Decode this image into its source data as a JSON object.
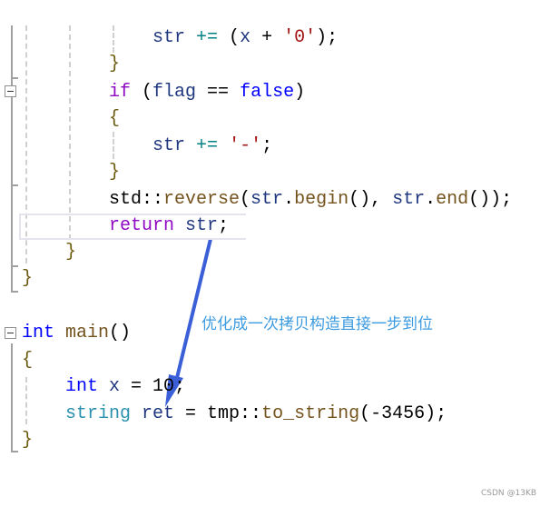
{
  "code_lines": [
    {
      "col": 14,
      "tokens": [
        [
          "var",
          "str"
        ],
        [
          "pl",
          " "
        ],
        [
          "op",
          "+="
        ],
        [
          "pl",
          " ("
        ],
        [
          "var",
          "x"
        ],
        [
          "pl",
          " + "
        ],
        [
          "str",
          "'0'"
        ],
        [
          "pl",
          ");"
        ]
      ]
    },
    {
      "col": 10,
      "tokens": [
        [
          "br",
          "}"
        ]
      ]
    },
    {
      "col": 10,
      "tokens": [
        [
          "kw",
          "if"
        ],
        [
          "pl",
          " ("
        ],
        [
          "var",
          "flag"
        ],
        [
          "pl",
          " == "
        ],
        [
          "ty",
          "false"
        ],
        [
          "pl",
          ")"
        ]
      ]
    },
    {
      "col": 10,
      "tokens": [
        [
          "br",
          "{"
        ]
      ]
    },
    {
      "col": 14,
      "tokens": [
        [
          "var",
          "str"
        ],
        [
          "pl",
          " "
        ],
        [
          "op",
          "+="
        ],
        [
          "pl",
          " "
        ],
        [
          "str",
          "'-'"
        ],
        [
          "pl",
          ";"
        ]
      ]
    },
    {
      "col": 10,
      "tokens": [
        [
          "br",
          "}"
        ]
      ]
    },
    {
      "col": 10,
      "tokens": [
        [
          "pl",
          "std::"
        ],
        [
          "fn",
          "reverse"
        ],
        [
          "pl",
          "("
        ],
        [
          "var",
          "str"
        ],
        [
          "pl",
          "."
        ],
        [
          "fn",
          "begin"
        ],
        [
          "pl",
          "(), "
        ],
        [
          "var",
          "str"
        ],
        [
          "pl",
          "."
        ],
        [
          "fn",
          "end"
        ],
        [
          "pl",
          "());"
        ]
      ]
    },
    {
      "col": 10,
      "tokens": [
        [
          "kw",
          "return"
        ],
        [
          "pl",
          " "
        ],
        [
          "var",
          "str"
        ],
        [
          "pl",
          ";"
        ]
      ]
    },
    {
      "col": 6,
      "tokens": [
        [
          "br",
          "}"
        ]
      ]
    },
    {
      "col": 2,
      "tokens": [
        [
          "br",
          "}"
        ]
      ]
    },
    {
      "col": 2,
      "tokens": [
        [
          "ty",
          "int"
        ],
        [
          "pl",
          " "
        ],
        [
          "fn",
          "main"
        ],
        [
          "pl",
          "()"
        ]
      ]
    },
    {
      "col": 2,
      "tokens": [
        [
          "br",
          "{"
        ]
      ]
    },
    {
      "col": 6,
      "tokens": [
        [
          "ty",
          "int"
        ],
        [
          "pl",
          " "
        ],
        [
          "var",
          "x"
        ],
        [
          "pl",
          " = 10;"
        ]
      ]
    },
    {
      "col": 6,
      "tokens": [
        [
          "cls",
          "string"
        ],
        [
          "pl",
          " "
        ],
        [
          "var",
          "ret"
        ],
        [
          "pl",
          " = tmp::"
        ],
        [
          "fn",
          "to_string"
        ],
        [
          "pl",
          "(-3456);"
        ]
      ]
    },
    {
      "col": 2,
      "tokens": [
        [
          "br",
          "}"
        ]
      ]
    }
  ],
  "annotation": "优化成一次拷贝构造直接一步到位",
  "watermark": "CSDN @13KB",
  "arrow_color": "#3a5fd6"
}
